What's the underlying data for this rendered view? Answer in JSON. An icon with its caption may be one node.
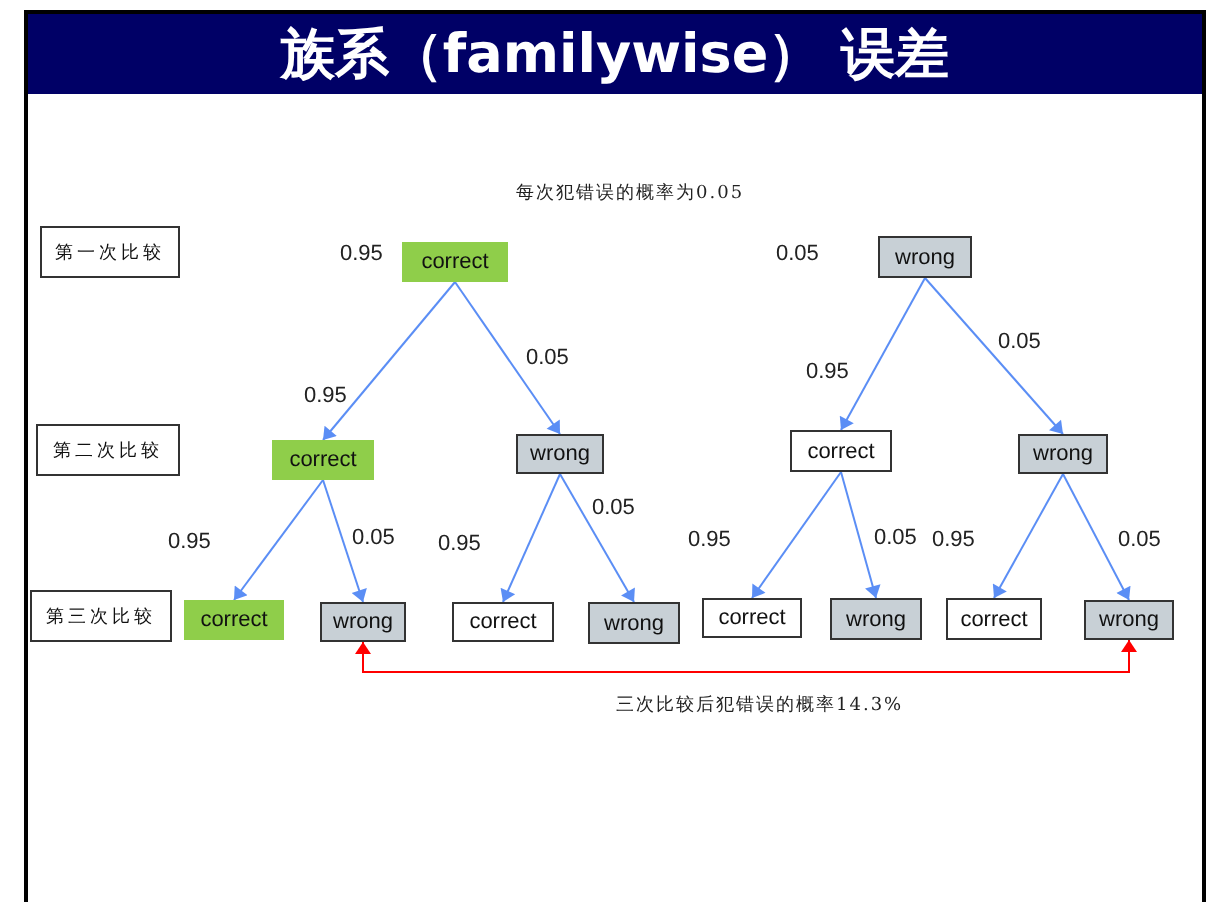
{
  "diagram": {
    "title": "族系（familywise） 误差",
    "nodes": [
      {
        "text": [
          "第一次比较"
        ]
      },
      {
        "text": [
          "第二次比较"
        ]
      },
      {
        "text": [
          "第三次比较"
        ]
      },
      {
        "text": [
          "correct"
        ],
        "beside": [
          "0.95"
        ]
      },
      {
        "text": [
          "wrong"
        ],
        "beside": [
          "0.05"
        ]
      },
      {
        "text": [
          "correct"
        ]
      },
      {
        "text": [
          "wrong"
        ]
      },
      {
        "text": [
          "correct"
        ]
      },
      {
        "text": [
          "wrong"
        ]
      },
      {
        "text": [
          "correct"
        ]
      },
      {
        "text": [
          "wrong"
        ]
      },
      {
        "text": [
          "correct"
        ]
      },
      {
        "text": [
          "wrong"
        ]
      },
      {
        "text": [
          "correct"
        ]
      },
      {
        "text": [
          "wrong"
        ]
      },
      {
        "text": [
          "correct"
        ]
      },
      {
        "text": [
          "wrong"
        ]
      }
    ],
    "edges": [
      {
        "from": 3,
        "to": 5,
        "arrow": "to",
        "label": "0.95"
      },
      {
        "from": 3,
        "to": 6,
        "arrow": "to",
        "label": "0.05"
      },
      {
        "from": 4,
        "to": 7,
        "arrow": "to",
        "label": "0.95"
      },
      {
        "from": 4,
        "to": 8,
        "arrow": "to",
        "label": "0.05"
      },
      {
        "from": 5,
        "to": 9,
        "arrow": "to",
        "label": "0.95"
      },
      {
        "from": 5,
        "to": 10,
        "arrow": "to",
        "label": "0.05"
      },
      {
        "from": 6,
        "to": 11,
        "arrow": "to",
        "label": "0.95"
      },
      {
        "from": 6,
        "to": 12,
        "arrow": "to",
        "label": "0.05"
      },
      {
        "from": 7,
        "to": 13,
        "arrow": "to",
        "label": "0.95"
      },
      {
        "from": 7,
        "to": 14,
        "arrow": "to",
        "label": "0.05"
      },
      {
        "from": 8,
        "to": 15,
        "arrow": "to",
        "label": "0.95"
      },
      {
        "from": 8,
        "to": 16,
        "arrow": "to",
        "label": "0.05"
      },
      {
        "from": 10,
        "to": 16,
        "arrow": "both",
        "color": "#ff0000",
        "label": "三次比较后犯错误的概率14.3%"
      }
    ],
    "labels": [
      "每次犯错误的概率为0.05"
    ]
  }
}
